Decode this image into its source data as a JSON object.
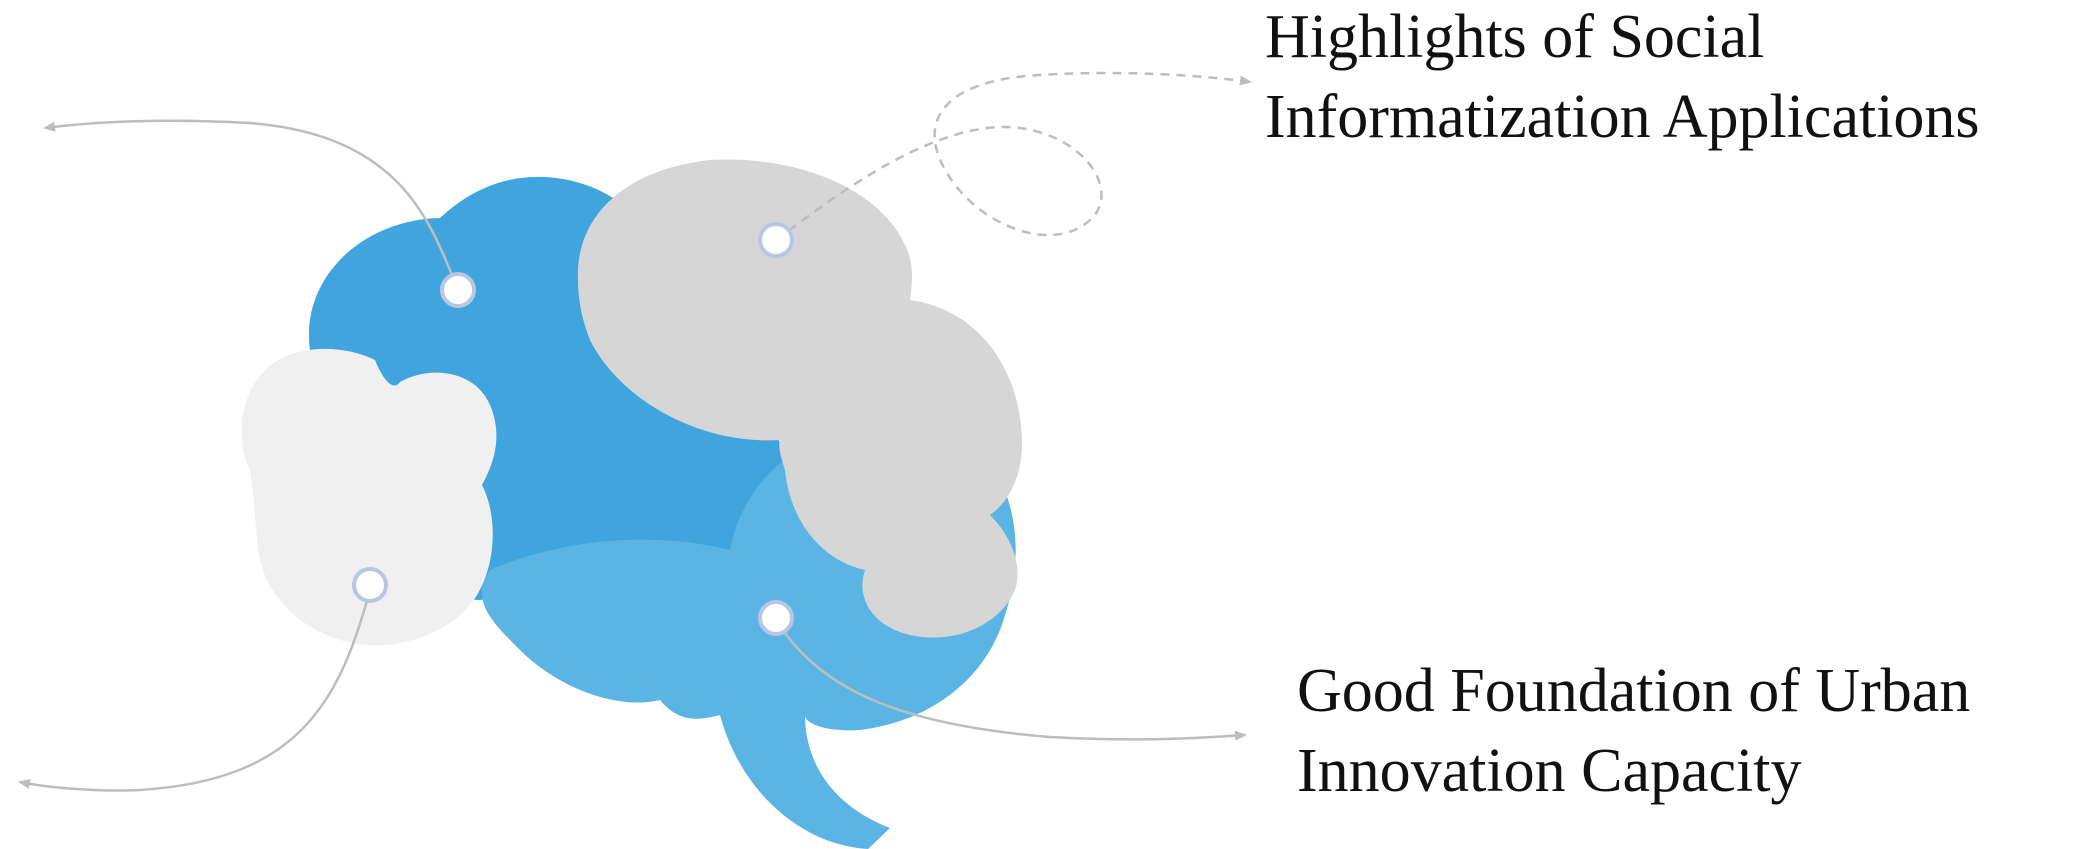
{
  "labels": {
    "top": {
      "line1": "Highlights of Social",
      "line2": "Informatization Applications"
    },
    "bottom": {
      "line1": "Good Foundation of Urban",
      "line2": "Innovation Capacity"
    }
  },
  "colors": {
    "lobe_blue_dark": "#40a4dd",
    "lobe_blue_light": "#5ab5e4",
    "lobe_gray": "#d6d6d6",
    "lobe_light_gray": "#f0f0f0",
    "connector": "#bdbdbd",
    "node_ring": "#b9c6e3",
    "text": "#111111"
  },
  "icons": {
    "diagram": "brain-icon"
  }
}
